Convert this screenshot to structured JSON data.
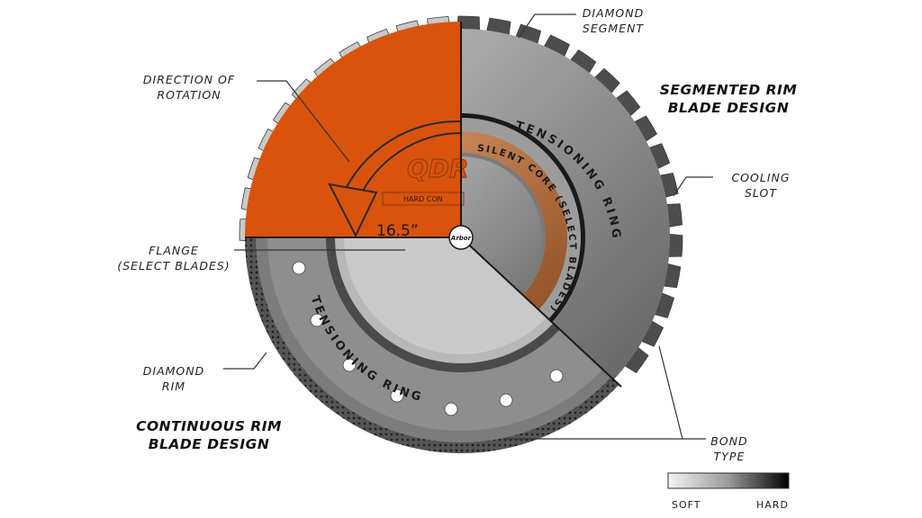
{
  "labels": {
    "diamond_segment": [
      "DIAMOND",
      "SEGMENT"
    ],
    "direction_of_rotation": [
      "DIRECTION OF",
      "ROTATION"
    ],
    "segmented_rim": [
      "SEGMENTED RIM",
      "BLADE DESIGN"
    ],
    "cooling_slot": [
      "COOLING",
      "SLOT"
    ],
    "flange": [
      "FLANGE",
      "(SELECT BLADES)"
    ],
    "diamond_rim": [
      "DIAMOND",
      "RIM"
    ],
    "continuous_rim": [
      "CONTINUOUS RIM",
      "BLADE DESIGN"
    ],
    "bond_type": [
      "BOND",
      "TYPE"
    ]
  },
  "blade": {
    "diameter": "16.5”",
    "arbor": "Arbor",
    "logo": "QDR",
    "logo_sub": "HARD CON",
    "tensioning_ring_top": "TENSIONING RING",
    "tensioning_ring_bottom": "TENSIONING RING",
    "silent_core": "SILENT CORE (SELECT BLADES)"
  },
  "bond_scale": {
    "soft": "SOFT",
    "hard": "HARD"
  },
  "colors": {
    "orange": "#d9530c",
    "segment_gray": "#9a9a9a",
    "silent_core": "#c07845"
  }
}
